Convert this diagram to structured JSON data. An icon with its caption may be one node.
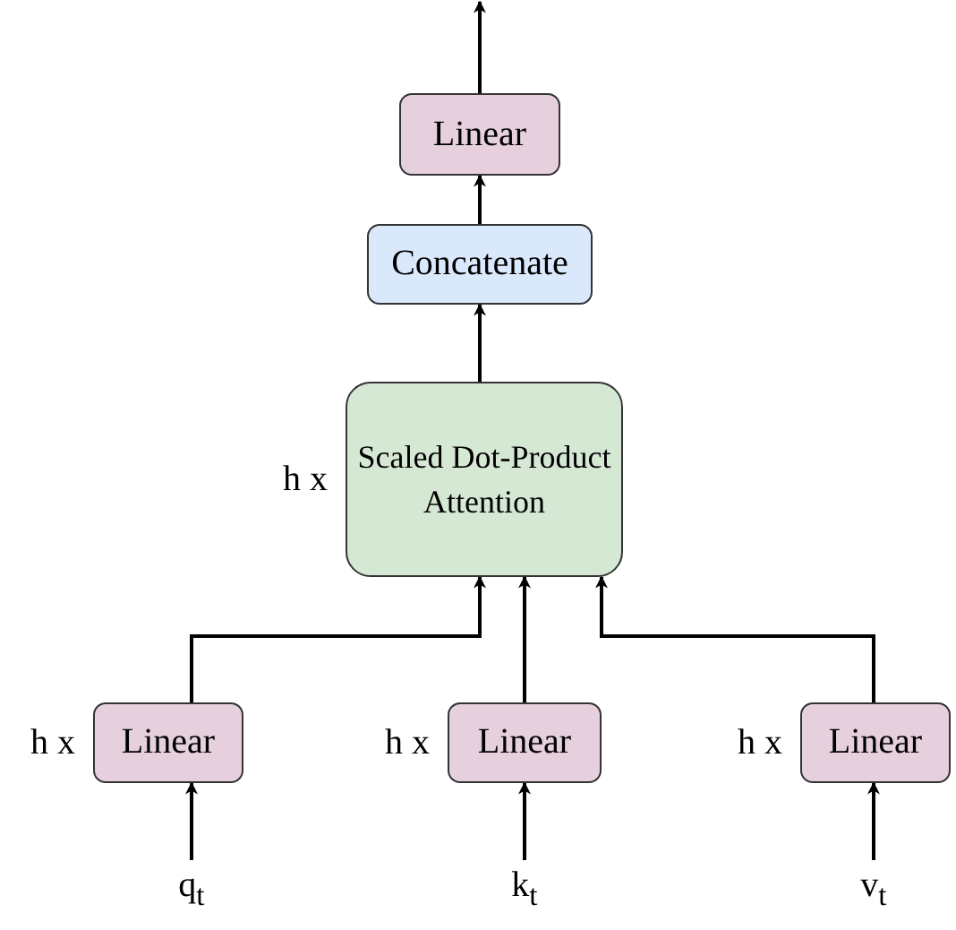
{
  "diagram": {
    "nodes": [
      {
        "text": [
          "Linear"
        ]
      },
      {
        "text": [
          "Concatenate"
        ]
      },
      {
        "text": [
          "Scaled Dot-Product Attention"
        ],
        "beside": [
          "h x"
        ]
      },
      {
        "text": [
          "Linear"
        ],
        "beside": [
          "h x"
        ]
      },
      {
        "text": [
          "Linear"
        ],
        "beside": [
          "h x"
        ]
      },
      {
        "text": [
          "Linear"
        ],
        "beside": [
          "h x"
        ]
      },
      {
        "text": [
          "q$_{t}$"
        ]
      },
      {
        "text": [
          "k$_{t}$"
        ]
      },
      {
        "text": [
          "v$_{t}$"
        ]
      }
    ],
    "edges": [
      {
        "from": 6,
        "to": 3,
        "arrow": "to"
      },
      {
        "from": 7,
        "to": 4,
        "arrow": "to"
      },
      {
        "from": 8,
        "to": 5,
        "arrow": "to"
      },
      {
        "from": 3,
        "to": 2,
        "arrow": "to"
      },
      {
        "from": 4,
        "to": 2,
        "arrow": "to"
      },
      {
        "from": 5,
        "to": 2,
        "arrow": "to"
      },
      {
        "from": 2,
        "to": 1,
        "arrow": "to"
      },
      {
        "from": 1,
        "to": 0,
        "arrow": "to"
      },
      {
        "from": 0,
        "to": null,
        "arrow": "to"
      }
    ]
  }
}
